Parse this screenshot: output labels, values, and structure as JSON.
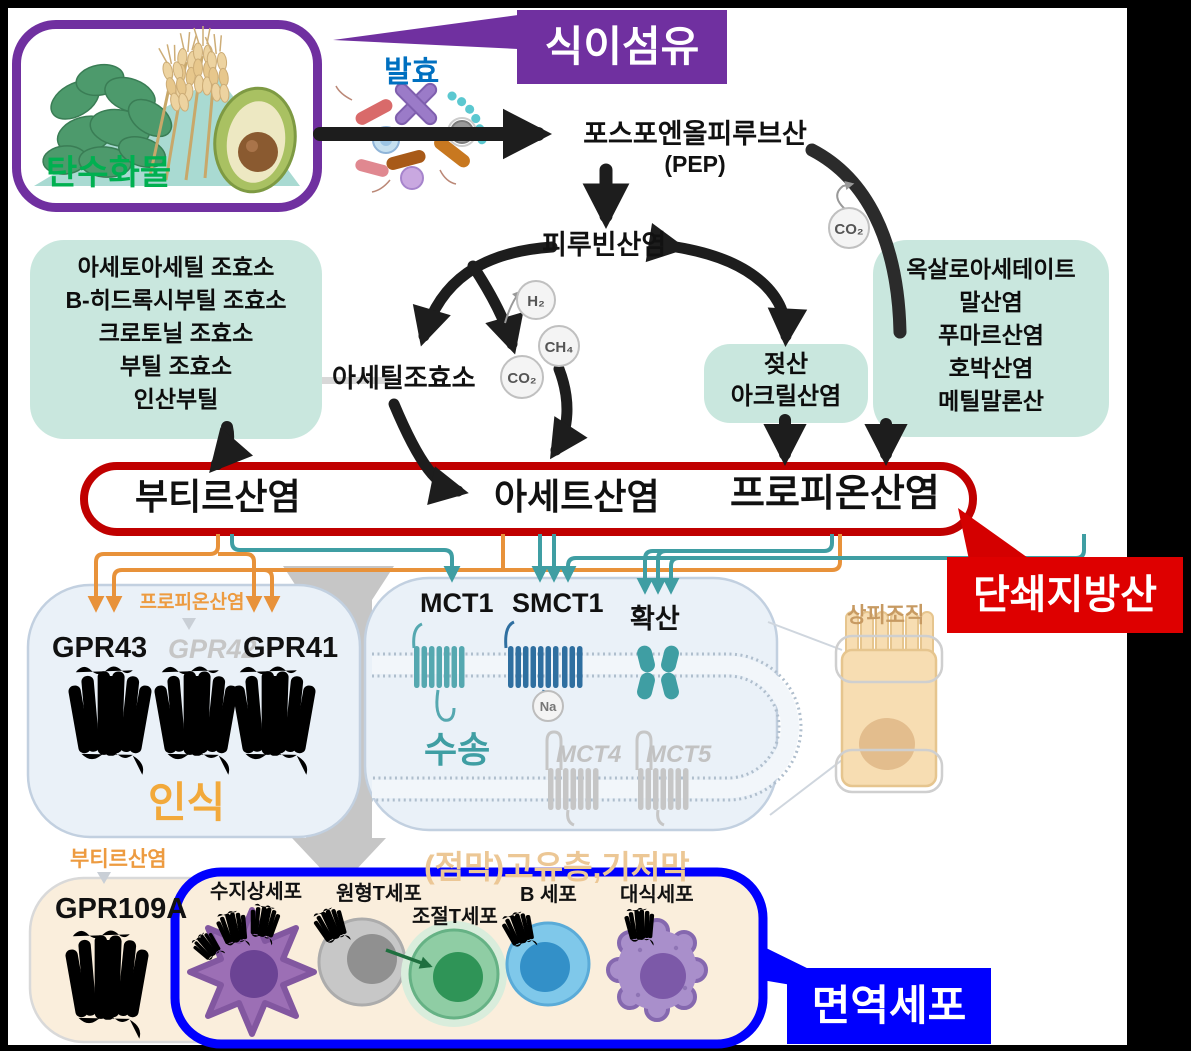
{
  "callouts": {
    "dietary_fiber": "식이섬유",
    "scfa": "단쇄지방산",
    "immune": "면역세포"
  },
  "top": {
    "carbohydrate": "탄수화물",
    "fermentation": "발효",
    "pep": "포스포엔올피루브산",
    "pep_abbr": "(PEP)",
    "pyruvate": "피루빈산염",
    "acetyl_coa": "아세틸조효소"
  },
  "gases": {
    "h2": "H₂",
    "co2": "CO₂",
    "ch4": "CH₄",
    "co2_right": "CO₂",
    "na": "Na"
  },
  "coa_box": {
    "lines": [
      "아세토아세틸 조효소",
      "B-히드록시부틸 조효소",
      "크로토닐 조효소",
      "부틸 조효소",
      "인산부틸"
    ]
  },
  "oxa_box": {
    "lines": [
      "옥살로아세테이트",
      "말산염",
      "푸마르산염",
      "호박산염",
      "메틸말론산"
    ]
  },
  "lactate_box": {
    "lines": [
      "젖산",
      "아크릴산염"
    ]
  },
  "scfa_box": {
    "butyrate": "부티르산염",
    "acetate": "아세트산염",
    "propionate": "프로피온산염"
  },
  "recognition_cell": {
    "propionate": "프로피온산염",
    "gpr43": "GPR43",
    "gpr42": "GPR42",
    "gpr41": "GPR41",
    "caption": "인식"
  },
  "transport_cell": {
    "mct1": "MCT1",
    "smct1": "SMCT1",
    "diffusion": "확산",
    "caption": "수송",
    "mct4": "MCT4",
    "mct5": "MCT5"
  },
  "tissue": {
    "epithelium": "상피조직",
    "lamina": "(점막)고유층,기저막"
  },
  "butyrate_cell": {
    "butyrate": "부티르산염",
    "gpr109a": "GPR109A"
  },
  "immune_box": {
    "dendritic": "수지상세포",
    "naive_t": "원형T세포",
    "treg": "조절T세포",
    "b_cell": "B 세포",
    "macrophage": "대식세포"
  },
  "colors": {
    "purple": "#7030A0",
    "green": "#00B050",
    "blue": "#0070C0",
    "red_border": "#C00000",
    "red_callout": "#DE0000",
    "blue_callout": "#0000FE",
    "orange": "#ED9B40",
    "teal": "#3F9EA3",
    "mint": "#C9E7DE",
    "tan_text": "#ECC795",
    "cell_bg": "#EAF1F8",
    "immune_bg": "#FAEEDC"
  }
}
